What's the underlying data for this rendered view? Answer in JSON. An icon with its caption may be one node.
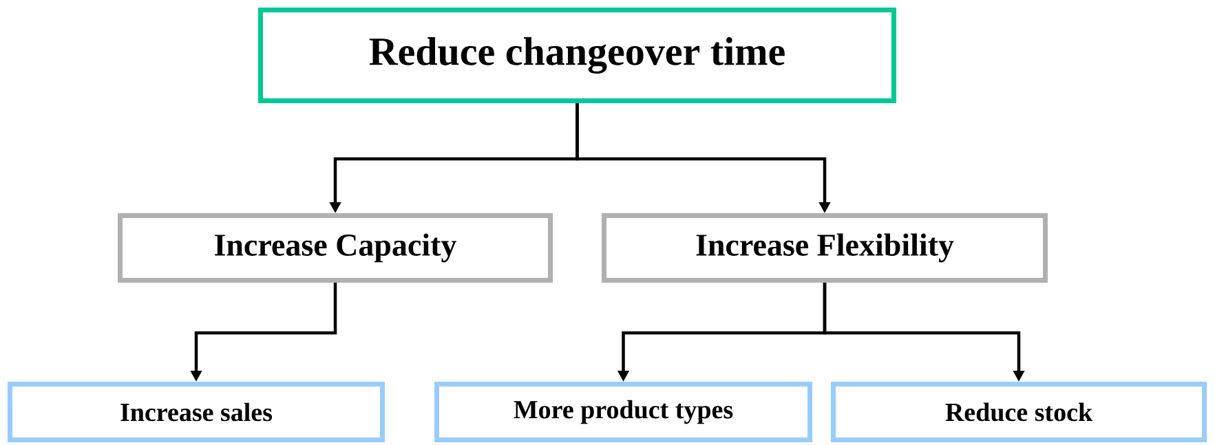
{
  "diagram": {
    "nodes": [
      {
        "text": [
          "Reduce changeover time"
        ]
      },
      {
        "text": [
          "Increase Capacity"
        ]
      },
      {
        "text": [
          "Increase Flexibility"
        ]
      },
      {
        "text": [
          "Increase sales"
        ]
      },
      {
        "text": [
          "More product types"
        ]
      },
      {
        "text": [
          "Reduce stock"
        ]
      }
    ],
    "edges": [
      {
        "from": 0,
        "to": 1,
        "arrow": "to"
      },
      {
        "from": 0,
        "to": 2,
        "arrow": "to"
      },
      {
        "from": 1,
        "to": 3,
        "arrow": "to"
      },
      {
        "from": 2,
        "to": 4,
        "arrow": "to"
      },
      {
        "from": 2,
        "to": 5,
        "arrow": "to"
      }
    ]
  }
}
